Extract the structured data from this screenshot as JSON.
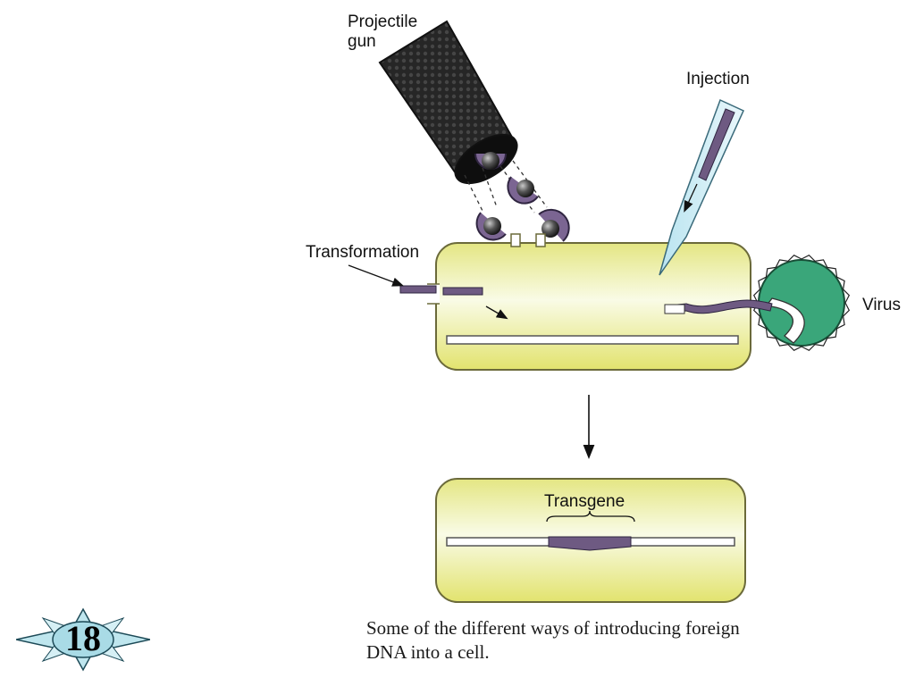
{
  "labels": {
    "projectile_gun_line1": "Projectile",
    "projectile_gun_line2": "gun",
    "injection": "Injection",
    "transformation": "Transformation",
    "virus": "Virus",
    "transgene": "Transgene"
  },
  "caption": {
    "line1": "Some of the different ways of introducing foreign",
    "line2": "DNA into a cell."
  },
  "slide_number": "18",
  "colors": {
    "cell_fill": "#e9ec93",
    "cell_stroke": "#6b6a3a",
    "dna_foreign": "#6e5a82",
    "virus_fill": "#3aa67a",
    "gun_fill": "#2a2a2a",
    "badge_fill": "#bfe6ee"
  }
}
